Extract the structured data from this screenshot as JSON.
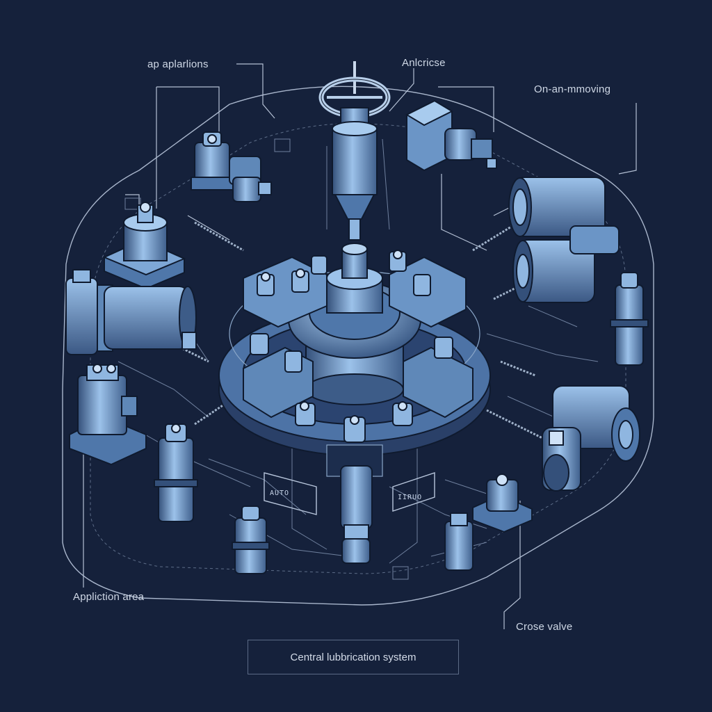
{
  "labels": {
    "top_left": "ap aplarlions",
    "top_center": "Anlcricse",
    "top_right": "On-an-mmoving",
    "bottom_left": "Appliction area",
    "bottom_right": "Crose valve"
  },
  "title": "Central lubbrication system",
  "plates": {
    "left": "AUTO",
    "right": "IIRUO"
  },
  "colors": {
    "background": "#15213b",
    "line": "#a9b6cc",
    "component_light": "#8fb6e0",
    "component_mid": "#5f88b8",
    "component_dark": "#34507a",
    "outline": "#0f1a2e"
  }
}
